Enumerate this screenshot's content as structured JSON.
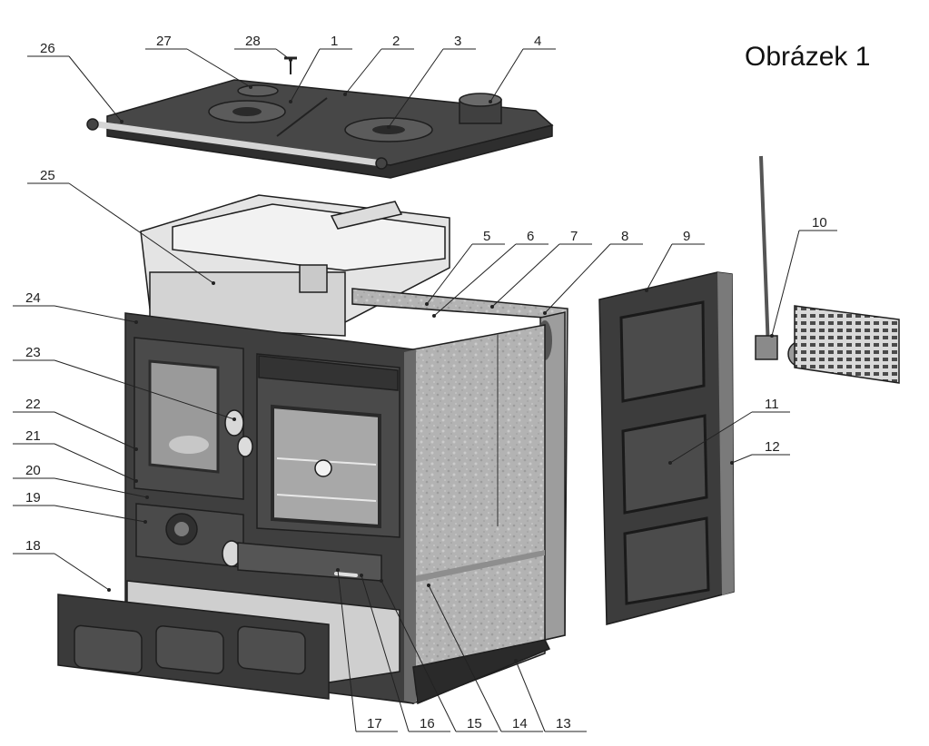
{
  "figure": {
    "title": "Obrázek 1",
    "callouts": [
      "1",
      "2",
      "3",
      "4",
      "5",
      "6",
      "7",
      "8",
      "9",
      "10",
      "11",
      "12",
      "13",
      "14",
      "15",
      "16",
      "17",
      "18",
      "19",
      "20",
      "21",
      "22",
      "23",
      "24",
      "25",
      "26",
      "27",
      "28"
    ]
  },
  "colors": {
    "dark_steel": "#3a3a3a",
    "medium_steel": "#6b6b6b",
    "galvanized_panel": "#b8b8b8",
    "light_sheet": "#e6e6e6",
    "outline": "#1e1e1e"
  }
}
